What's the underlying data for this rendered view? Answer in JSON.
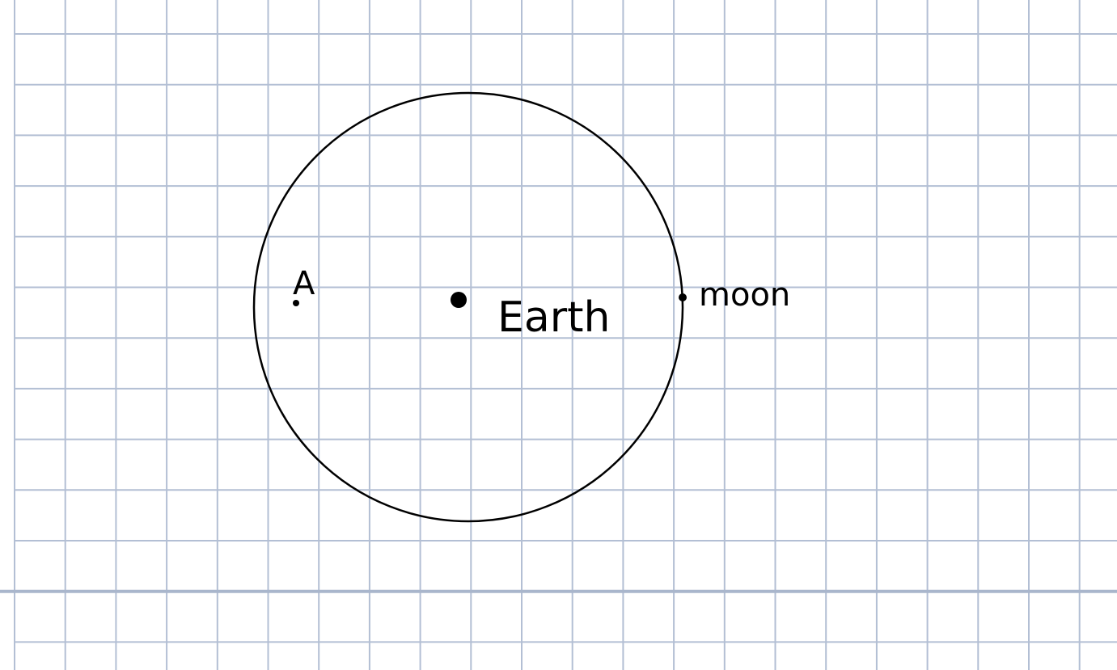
{
  "diagram": {
    "labels": {
      "point_a": "A",
      "earth": "Earth",
      "moon": "moon"
    },
    "colors": {
      "grid": "#b3bfd4",
      "ink": "#000000",
      "paper": "#ffffff"
    }
  }
}
